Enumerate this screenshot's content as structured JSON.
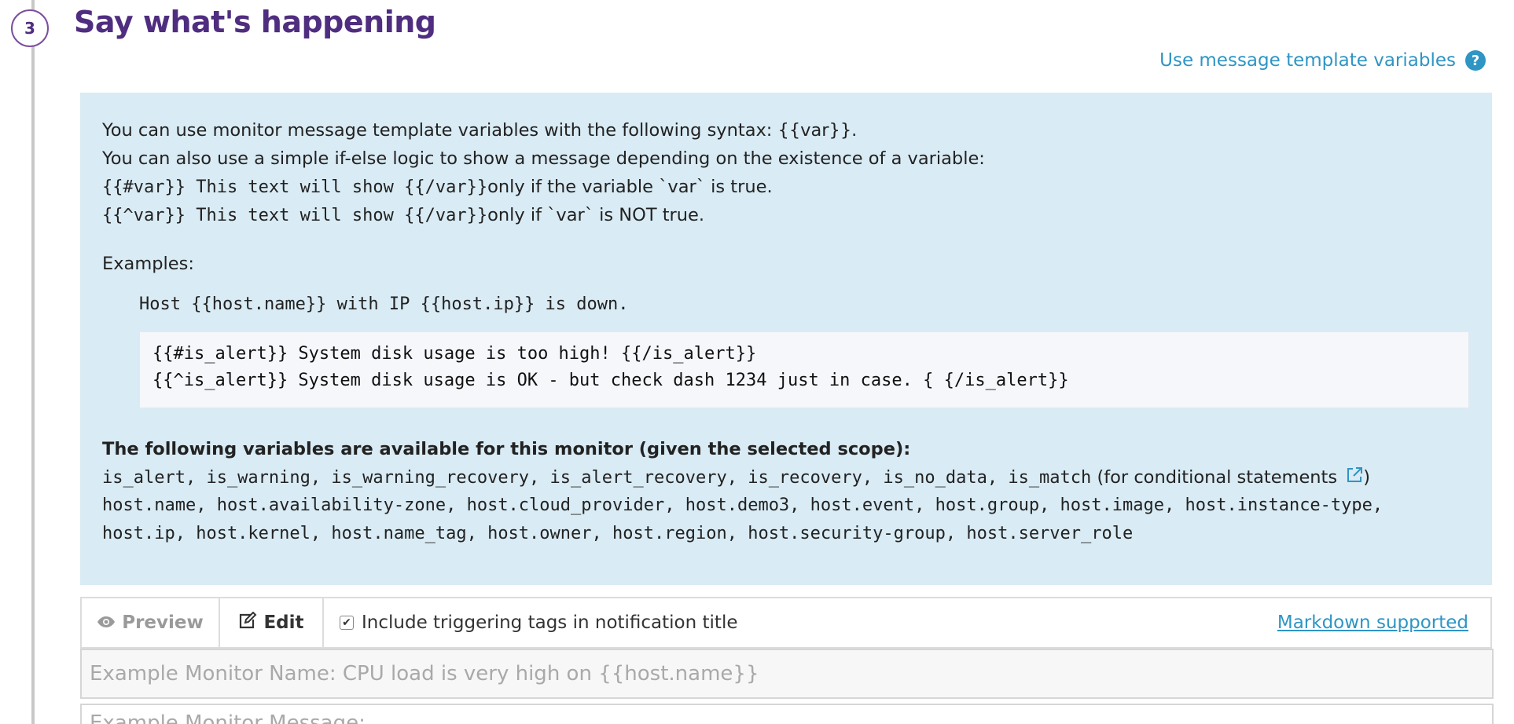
{
  "step": {
    "number": "3",
    "title": "Say what's happening"
  },
  "template_link": {
    "label": "Use message template variables",
    "help_glyph": "?"
  },
  "info": {
    "line1": "You can use monitor message template variables with the following syntax: {{var}}.",
    "line2": "You can also use a simple if-else logic to show a message depending on the existence of a variable:",
    "line3_code": "{{#var}} This text will show {{/var}}",
    "line3_text": "only if the variable `var` is true.",
    "line4_code": "{{^var}} This text will show {{/var}}",
    "line4_text": "only if `var` is NOT true.",
    "examples_label": "Examples:",
    "example_line": "Host {{host.name}} with IP {{host.ip}} is down.",
    "code_line1": "{{#is_alert}} System disk usage is too high! {{/is_alert}}",
    "code_line2": "{{^is_alert}} System disk usage is OK - but check dash 1234 just in case. { {/is_alert}}",
    "vars_title": "The following variables are available for this monitor (given the selected scope):",
    "vars_line1_code": "is_alert, is_warning, is_warning_recovery, is_alert_recovery, is_recovery, is_no_data, is_match",
    "vars_line1_text": " (for conditional statements ",
    "vars_line1_close": ")",
    "vars_line2": "host.name, host.availability-zone, host.cloud_provider, host.demo3, host.event, host.group, host.image, host.instance-type,",
    "vars_line3": "host.ip, host.kernel, host.name_tag, host.owner, host.region, host.security-group, host.server_role"
  },
  "toolbar": {
    "preview_label": "Preview",
    "edit_label": "Edit",
    "include_tags_label": "Include triggering tags in notification title",
    "include_tags_checked": true,
    "markdown_label": "Markdown supported"
  },
  "inputs": {
    "name_placeholder": "Example Monitor Name: CPU load is very high on {{host.name}}",
    "name_value": "",
    "message_placeholder": "Example Monitor Message:",
    "message_value": ""
  },
  "colors": {
    "brand_purple": "#4f2d7f",
    "link_blue": "#2e95c4",
    "info_bg": "#d9ebf4"
  }
}
